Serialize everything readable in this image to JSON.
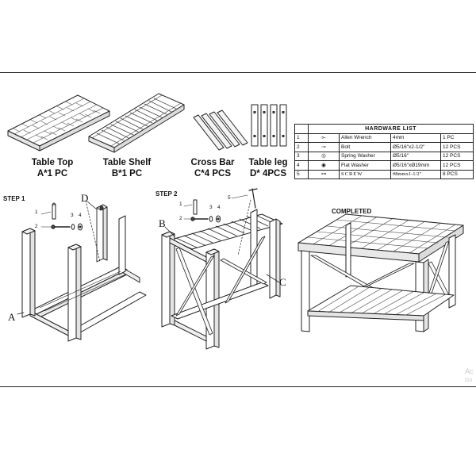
{
  "parts": [
    {
      "name": "Table Top",
      "qty": "A*1 PC"
    },
    {
      "name": "Table Shelf",
      "qty": "B*1 PC"
    },
    {
      "name": "Cross Bar",
      "qty": "C*4 PCS"
    },
    {
      "name": "Table leg",
      "qty": "D* 4PCS"
    }
  ],
  "hardware": {
    "title": "HARDWARE   LIST",
    "rows": [
      {
        "no": "1",
        "name": "Allen Wrench",
        "size": "4mm",
        "qty": "1 PC"
      },
      {
        "no": "2",
        "name": "Bolt",
        "size": "Ø5/16\"x2-1/2\"",
        "qty": "12 PCS"
      },
      {
        "no": "3",
        "name": "Spring Washer",
        "size": "Ø5/16\"",
        "qty": "12 PCS"
      },
      {
        "no": "4",
        "name": "Flat Washer",
        "size": "Ø5/16\"xØ19mm",
        "qty": "12 PCS"
      },
      {
        "no": "5",
        "name": "SCREW",
        "size": "#8mmx1-1/2\"",
        "qty": "8 PCS"
      }
    ]
  },
  "steps": {
    "step1": "STEP 1",
    "step2": "STEP 2",
    "completed": "COMPLETED"
  },
  "callouts": {
    "a": "A",
    "b": "B",
    "c": "C",
    "d": "D"
  },
  "hw_numbers": [
    "1",
    "2",
    "3",
    "4",
    "5"
  ],
  "watermark": [
    "Ac",
    "Go"
  ]
}
